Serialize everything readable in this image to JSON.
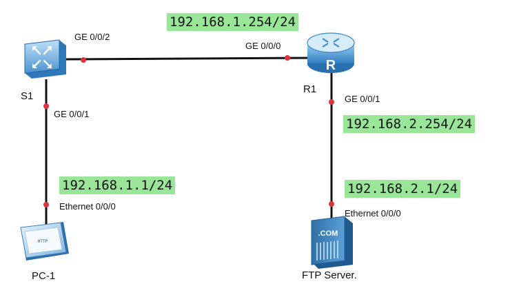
{
  "devices": {
    "switch": {
      "label": "S1",
      "icon": "switch-icon"
    },
    "router": {
      "label": "R1",
      "icon": "router-icon",
      "glyph": "R"
    },
    "pc": {
      "label": "PC-1",
      "icon": "pc-icon",
      "screen_text": "HTTP"
    },
    "server": {
      "label": "FTP Server.",
      "icon": "server-icon",
      "badge_text": ".COM"
    }
  },
  "ports": {
    "s1_ge002": "GE 0/0/2",
    "s1_ge001": "GE 0/0/1",
    "r1_ge000": "GE 0/0/0",
    "r1_ge001": "GE 0/0/1",
    "pc_eth": "Ethernet 0/0/0",
    "server_eth": "Ethernet 0/0/0"
  },
  "ip_addresses": {
    "r1_g000": "192.168.1.254/24",
    "r1_g001": "192.168.2.254/24",
    "pc1": "192.168.1.1/24",
    "server": "192.168.2.1/24"
  },
  "colors": {
    "ip_highlight": "#99e699",
    "port_dot": "#e0323c",
    "link": "#111111",
    "device_blue": "#3a86c8",
    "device_light": "#cfe6f7"
  }
}
